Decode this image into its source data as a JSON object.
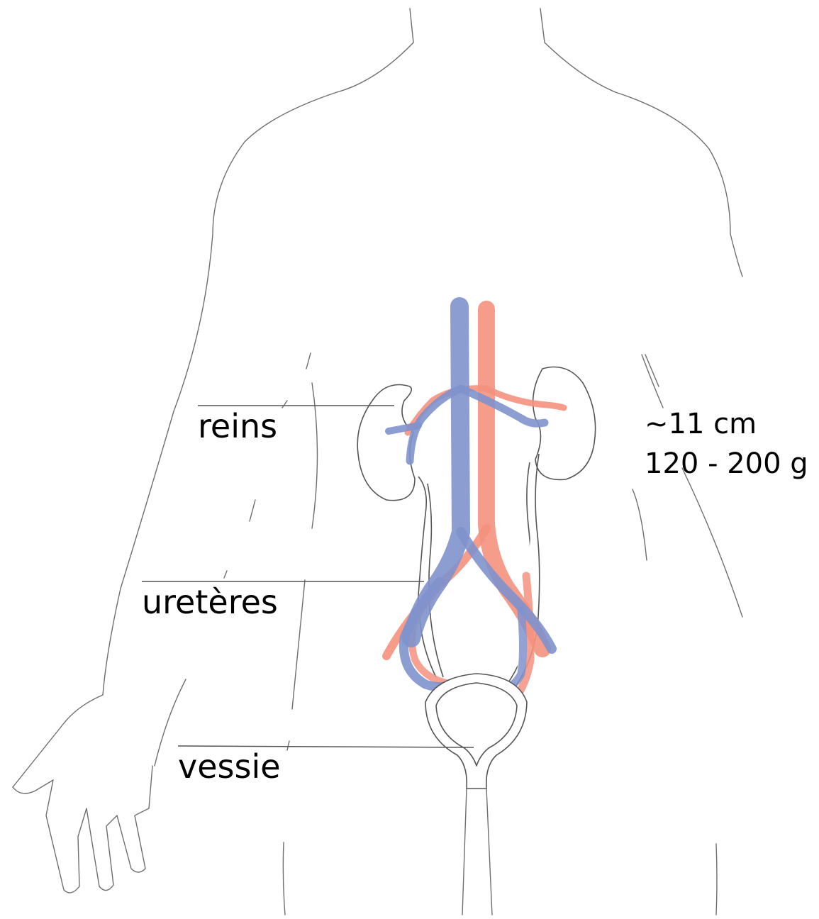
{
  "labels": {
    "kidneys": "reins",
    "ureters": "uretères",
    "bladder": "vessie"
  },
  "kidney_stats": {
    "length": "~11 cm",
    "mass": "120 - 200 g"
  },
  "colors": {
    "vein": "#7f92cc",
    "artery": "#f4917e",
    "outline": "#6e6e6e",
    "text": "#000000"
  }
}
